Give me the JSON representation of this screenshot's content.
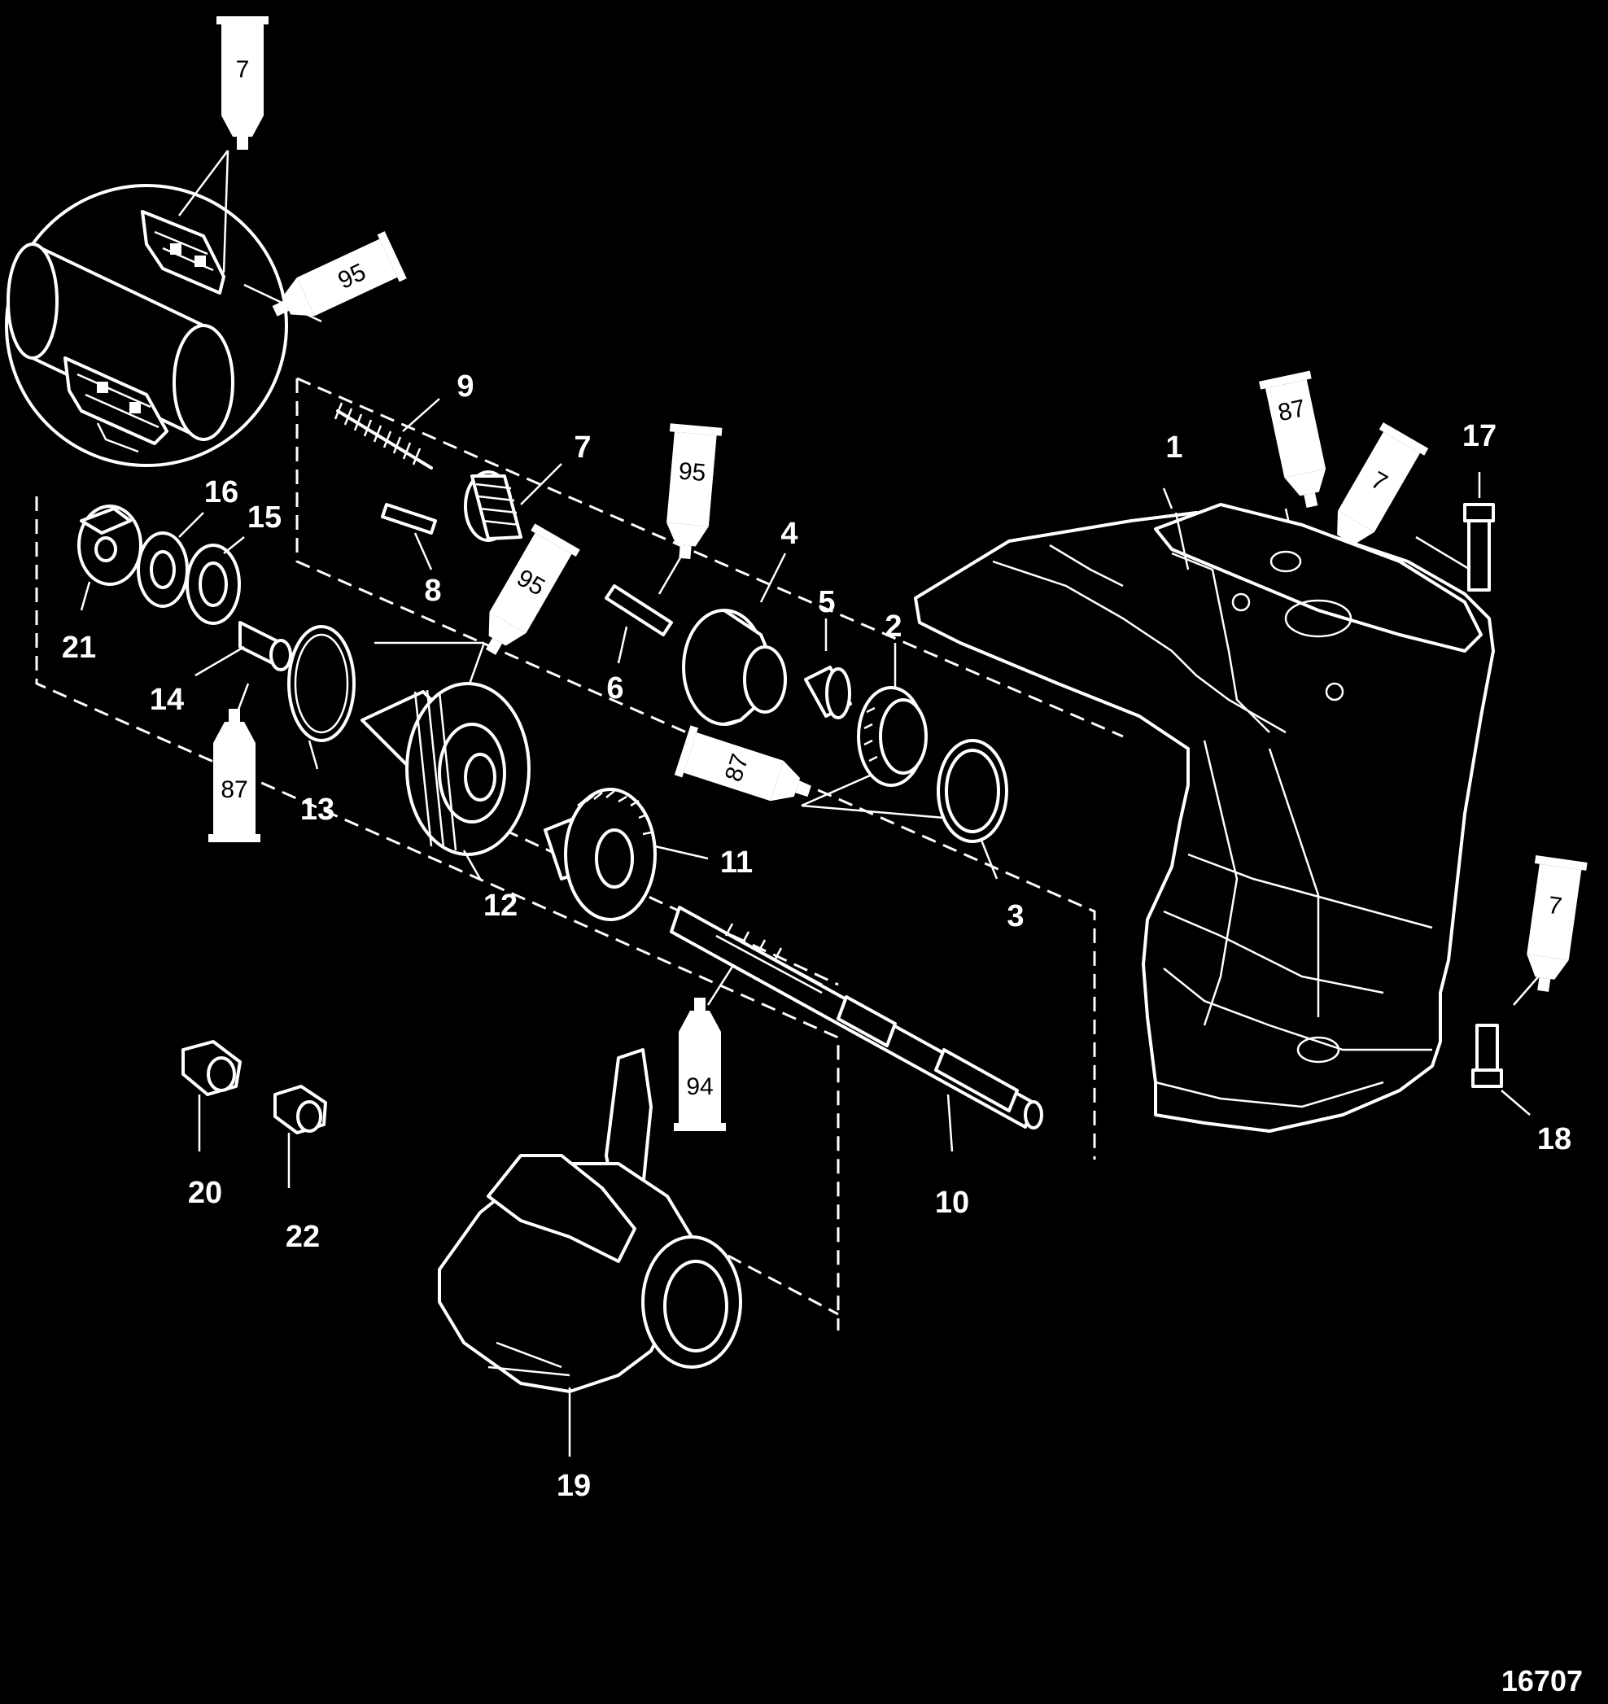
{
  "figure_id": "16707",
  "callouts": [
    "1",
    "2",
    "3",
    "4",
    "5",
    "6",
    "7",
    "8",
    "9",
    "10",
    "11",
    "12",
    "13",
    "14",
    "15",
    "16",
    "17",
    "18",
    "19",
    "20",
    "21",
    "22"
  ],
  "lubricant_tubes": [
    "7",
    "95",
    "87",
    "7",
    "95",
    "95",
    "87",
    "87",
    "7",
    "94"
  ]
}
